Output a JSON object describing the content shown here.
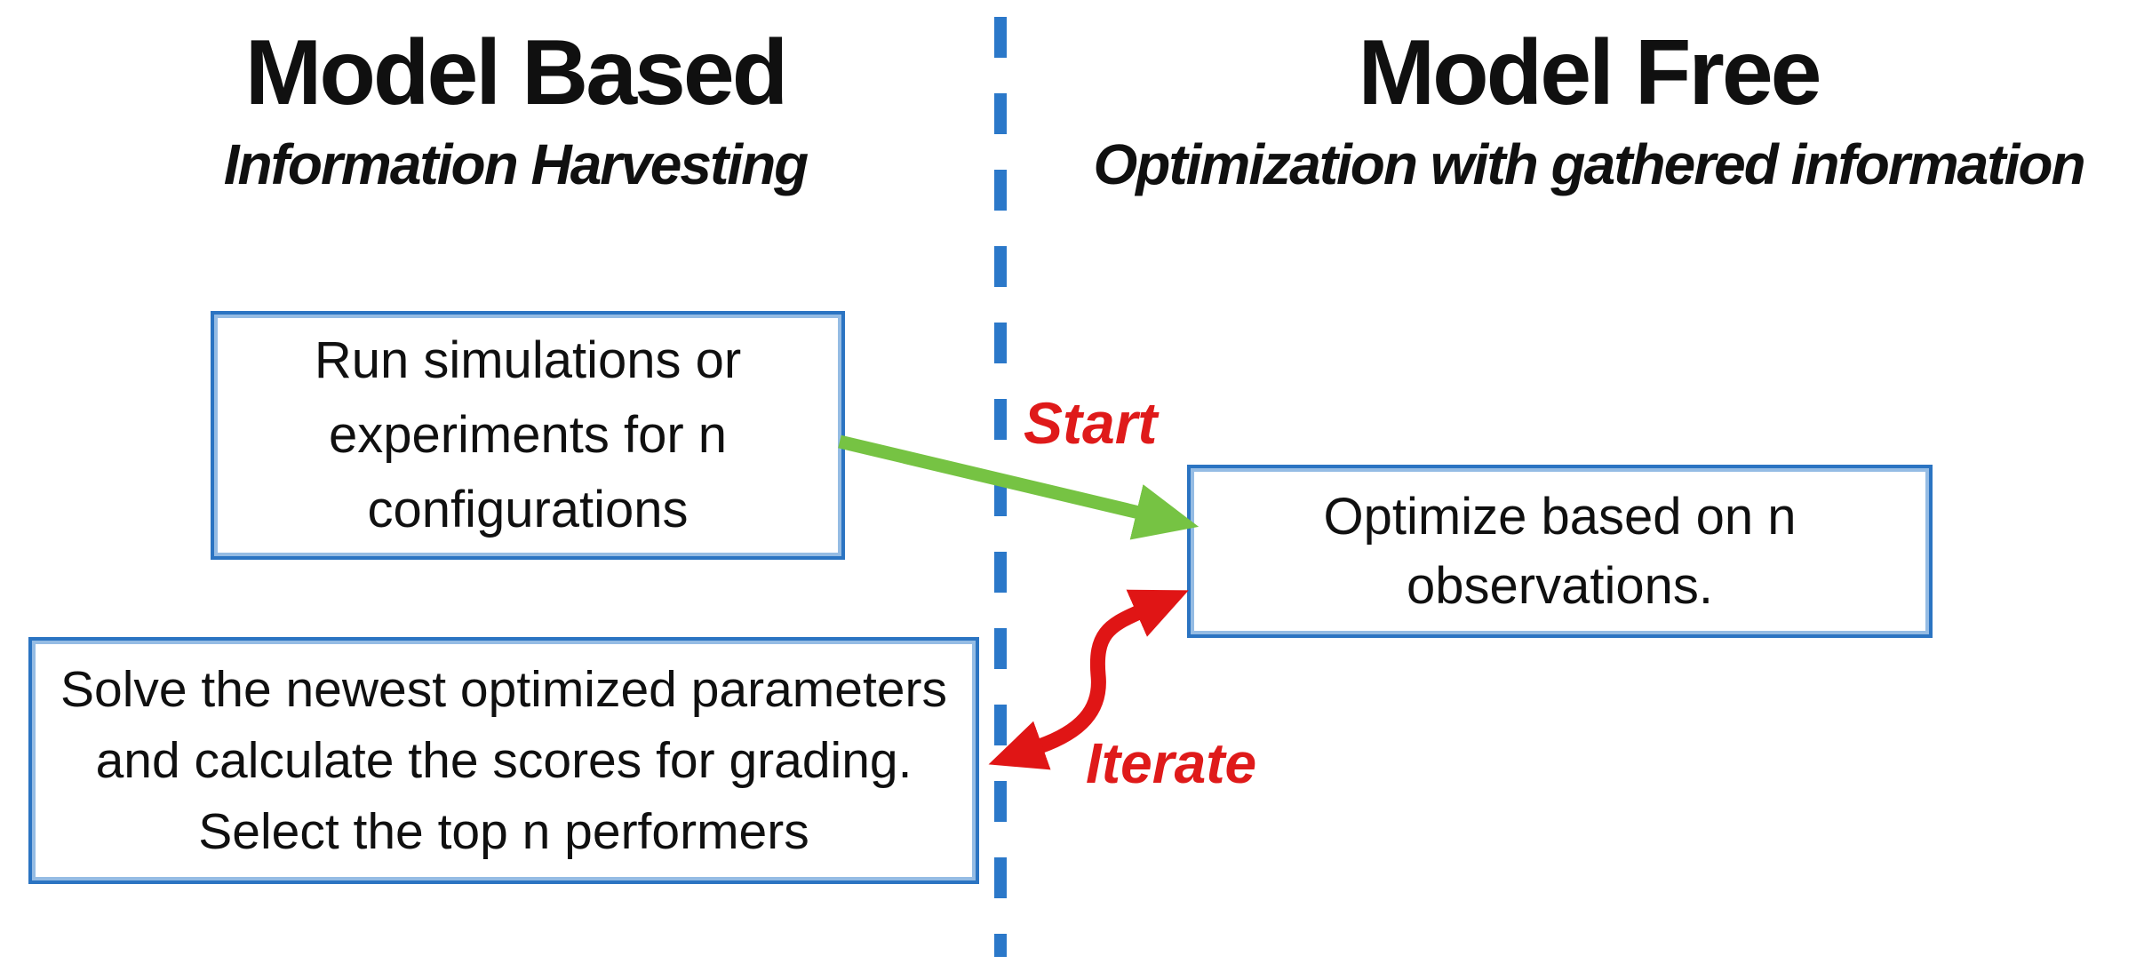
{
  "left_panel": {
    "title": "Model Based",
    "subtitle": "Information Harvesting"
  },
  "right_panel": {
    "title": "Model Free",
    "subtitle": "Optimization with gathered information"
  },
  "boxes": {
    "run": {
      "lines": [
        "Run simulations or",
        "experiments for n",
        "configurations"
      ]
    },
    "solve": {
      "lines": [
        "Solve the newest optimized parameters",
        "and calculate the scores for grading.",
        "Select the top n performers"
      ]
    },
    "optimize": {
      "lines": [
        "Optimize based on n",
        "observations."
      ]
    }
  },
  "arrows": {
    "start_label": "Start",
    "iterate_label": "Iterate"
  },
  "colors": {
    "bg": "#ffffff",
    "text": "#101010",
    "blue-border": "#2b74c2",
    "blue-border-inner": "#95bce4",
    "blue-dash": "#2b78c9",
    "green-arrow": "#76c343",
    "red-arrow": "#e01515",
    "red-label": "#df1a1a"
  }
}
